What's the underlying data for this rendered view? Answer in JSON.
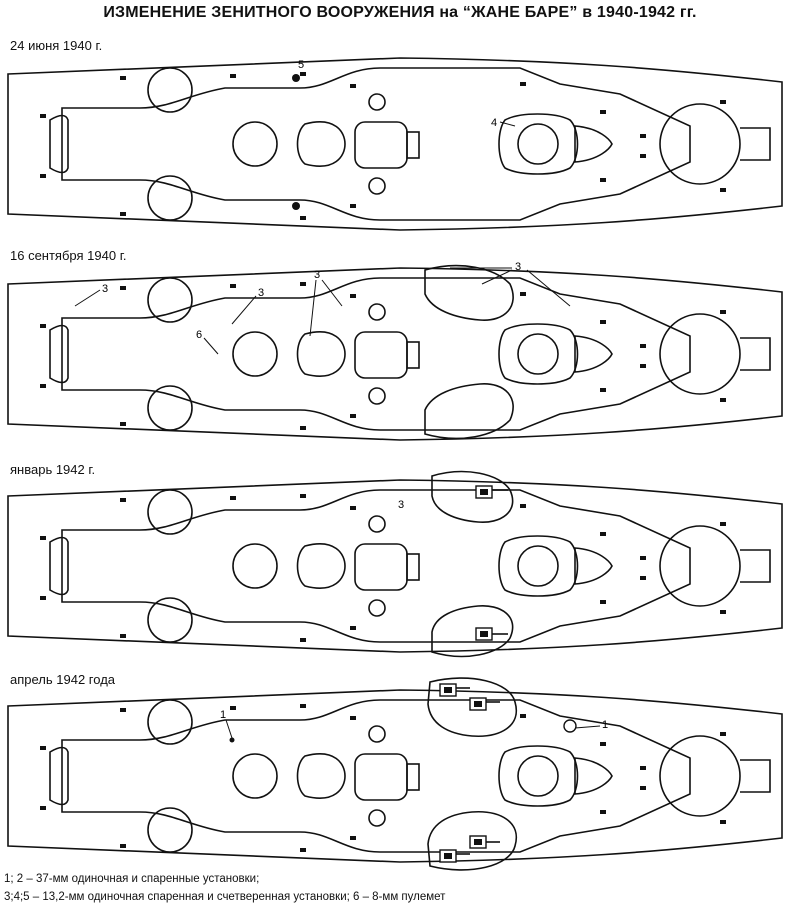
{
  "title": "ИЗМЕНЕНИЕ ЗЕНИТНОГО ВООРУЖЕНИЯ на “ЖАНЕ БАРЕ” в 1940-1942 гг.",
  "panels": [
    {
      "caption": "24 июня 1940 г.",
      "labels": [
        "5",
        "4"
      ]
    },
    {
      "caption": "16 сентября 1940 г.",
      "labels": [
        "3",
        "3",
        "3",
        "3",
        "6"
      ]
    },
    {
      "caption": "январь 1942 г.",
      "labels": [
        "3"
      ]
    },
    {
      "caption": "апрель 1942 года",
      "labels": [
        "1",
        "1"
      ]
    }
  ],
  "legend": {
    "line1": "1; 2 – 37-мм одиночная и спаренные установки;",
    "line2": "3;4;5 – 13,2-мм одиночная спаренная и счетверенная установки;  6 – 8-мм пулемет"
  }
}
